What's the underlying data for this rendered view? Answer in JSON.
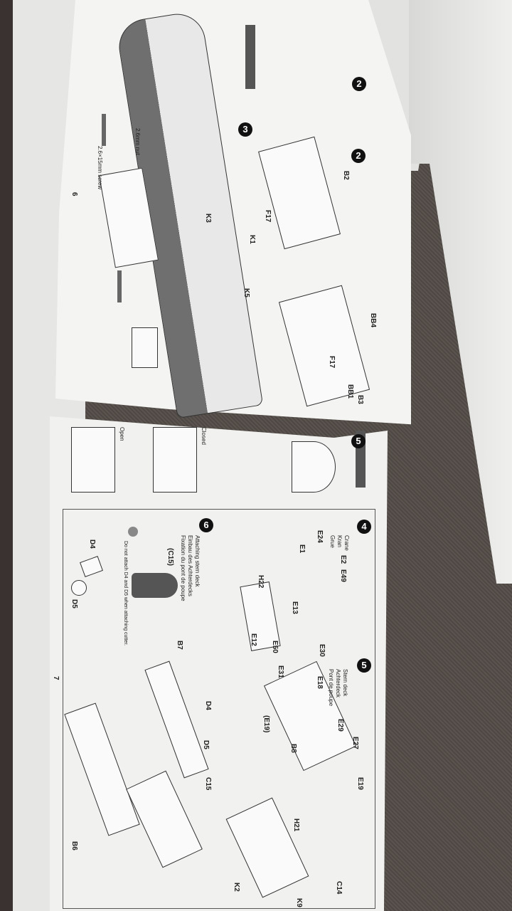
{
  "pages": {
    "left_page_number": "6",
    "right_page_number": "7"
  },
  "steps": {
    "step2": "2",
    "step3": "3",
    "step4": "4",
    "step5": "5",
    "step6": "6"
  },
  "step_titles": {
    "step4": [
      "Crane",
      "Kran",
      "Grue"
    ],
    "step5": [
      "Stern deck",
      "Achterdeck",
      "Pont de poupe"
    ],
    "step6": [
      "Attaching stern deck",
      "Einbau des Achterdecks",
      "Fixation du pont de poupe"
    ]
  },
  "notes": {
    "step6_note": "Do not attach D4 and D5 when attaching cutter.",
    "screw_label": "2.6×15mm screw",
    "nut_label": "2.6mm nut",
    "open": "Open",
    "closed": "Closed"
  },
  "part_labels": {
    "top": [
      "B2",
      "F17",
      "BB1",
      "BB4",
      "B3",
      "K3",
      "K1",
      "K5",
      "F17"
    ],
    "step4": [
      "E24",
      "E1",
      "E2",
      "E49",
      "H22",
      "E13",
      "E12",
      "E50"
    ],
    "step5": [
      "E30",
      "E31",
      "E18",
      "E29",
      "E27",
      "E19",
      "B8",
      "(E19)"
    ],
    "step6": [
      "(C15)",
      "D4",
      "D5",
      "B7",
      "D4",
      "D5",
      "C15",
      "B6",
      "H21",
      "C14",
      "K2",
      "K9"
    ]
  }
}
